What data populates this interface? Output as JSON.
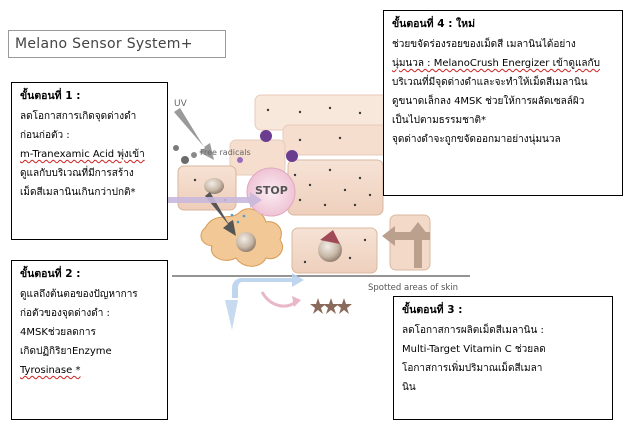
{
  "header": {
    "title": "Melano Sensor System+"
  },
  "diagram": {
    "uv_label": "UV",
    "free_radicals_label": "Free radicals",
    "stop_label": "STOP",
    "spotted_label": "Spotted areas of skin"
  },
  "step1": {
    "heading": "ขั้นตอนที่ 1 :",
    "lines": [
      "ลดโอกาสการเกิดจุดด่างดำ",
      "ก่อนก่อตัว :",
      "m-Tranexamic Acid พุ่งเข้า",
      "ดูแลกับบริเวณที่มีการสร้าง",
      "เม็ดสีเมลานินเกินกว่าปกติ*"
    ]
  },
  "step2": {
    "heading": "ขั้นตอนที่ 2 :",
    "lines": [
      "ดูแลถึงต้นตอของปัญหาการ",
      "ก่อตัวของจุดด่างดำ :"
    ],
    "row1_left": "4MSK",
    "row1_right": "ช่วยลดการ",
    "row2_left": "เกิดปฏิกิริยา",
    "row2_right": "Enzyme",
    "last": "Tyrosinase *"
  },
  "step3": {
    "heading": "ขั้นตอนที่ 3 :",
    "lines": [
      "ลดโอกาสการผลิตเม็ดสีเมลานิน :",
      "Multi-Target Vitamin C ช่วยลด",
      "โอกาสการเพิ่มปริมาณเม็ดสีเมลา",
      "นิน"
    ]
  },
  "step4": {
    "heading": "ขั้นตอนที่ 4 : ใหม่",
    "lines": [
      "ช่วยขจัดร่องรอยของเม็ดสี เมลานินได้อย่าง",
      "นุ่มนวล : MelanoCrush Energizer เข้าดูแลกับ",
      "บริเวณที่มีจุดด่างดำและจะทำให้เม็ดสีเมลานิน",
      "ดูขนาดเล็กลง 4MSK ช่วยให้การผลัดเซลล์ผิว",
      "เป็นไปตามธรรมชาติ*",
      "จุดด่างดำจะถูกขจัดออกมาอย่างนุ่มนวล"
    ]
  }
}
